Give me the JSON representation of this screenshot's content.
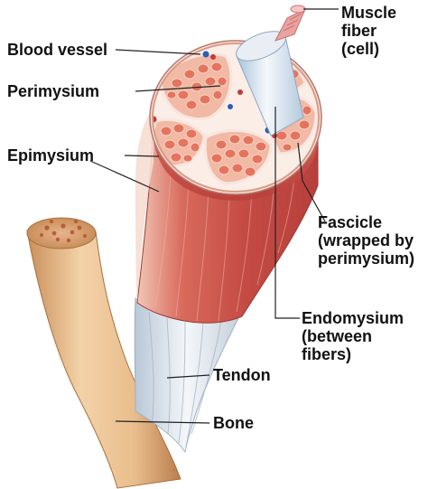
{
  "labels": {
    "muscle_fiber": {
      "line1": "Muscle",
      "line2": "fiber",
      "line3": "(cell)"
    },
    "blood_vessel": "Blood vessel",
    "perimysium": "Perimysium",
    "epimysium": "Epimysium",
    "fascicle": {
      "line1": "Fascicle",
      "line2": "(wrapped by",
      "line3": "perimysium)"
    },
    "endomysium": {
      "line1": "Endomysium",
      "line2": "(between",
      "line3": "fibers)"
    },
    "tendon": "Tendon",
    "bone": "Bone"
  },
  "colors": {
    "muscle_red": "#c8504a",
    "muscle_light": "#e89a8a",
    "fascicle_interior": "#f2b9a4",
    "fiber_cell": "#e4745e",
    "epimysium_rim": "#f6e2d8",
    "fiber_tube": "#d7e4ef",
    "tendon": "#dfe6ee",
    "bone": "#ecc59a",
    "bone_marrow": "#c86a4a",
    "blood_vessel": "#2a5db8",
    "leader_line": "#222222"
  }
}
